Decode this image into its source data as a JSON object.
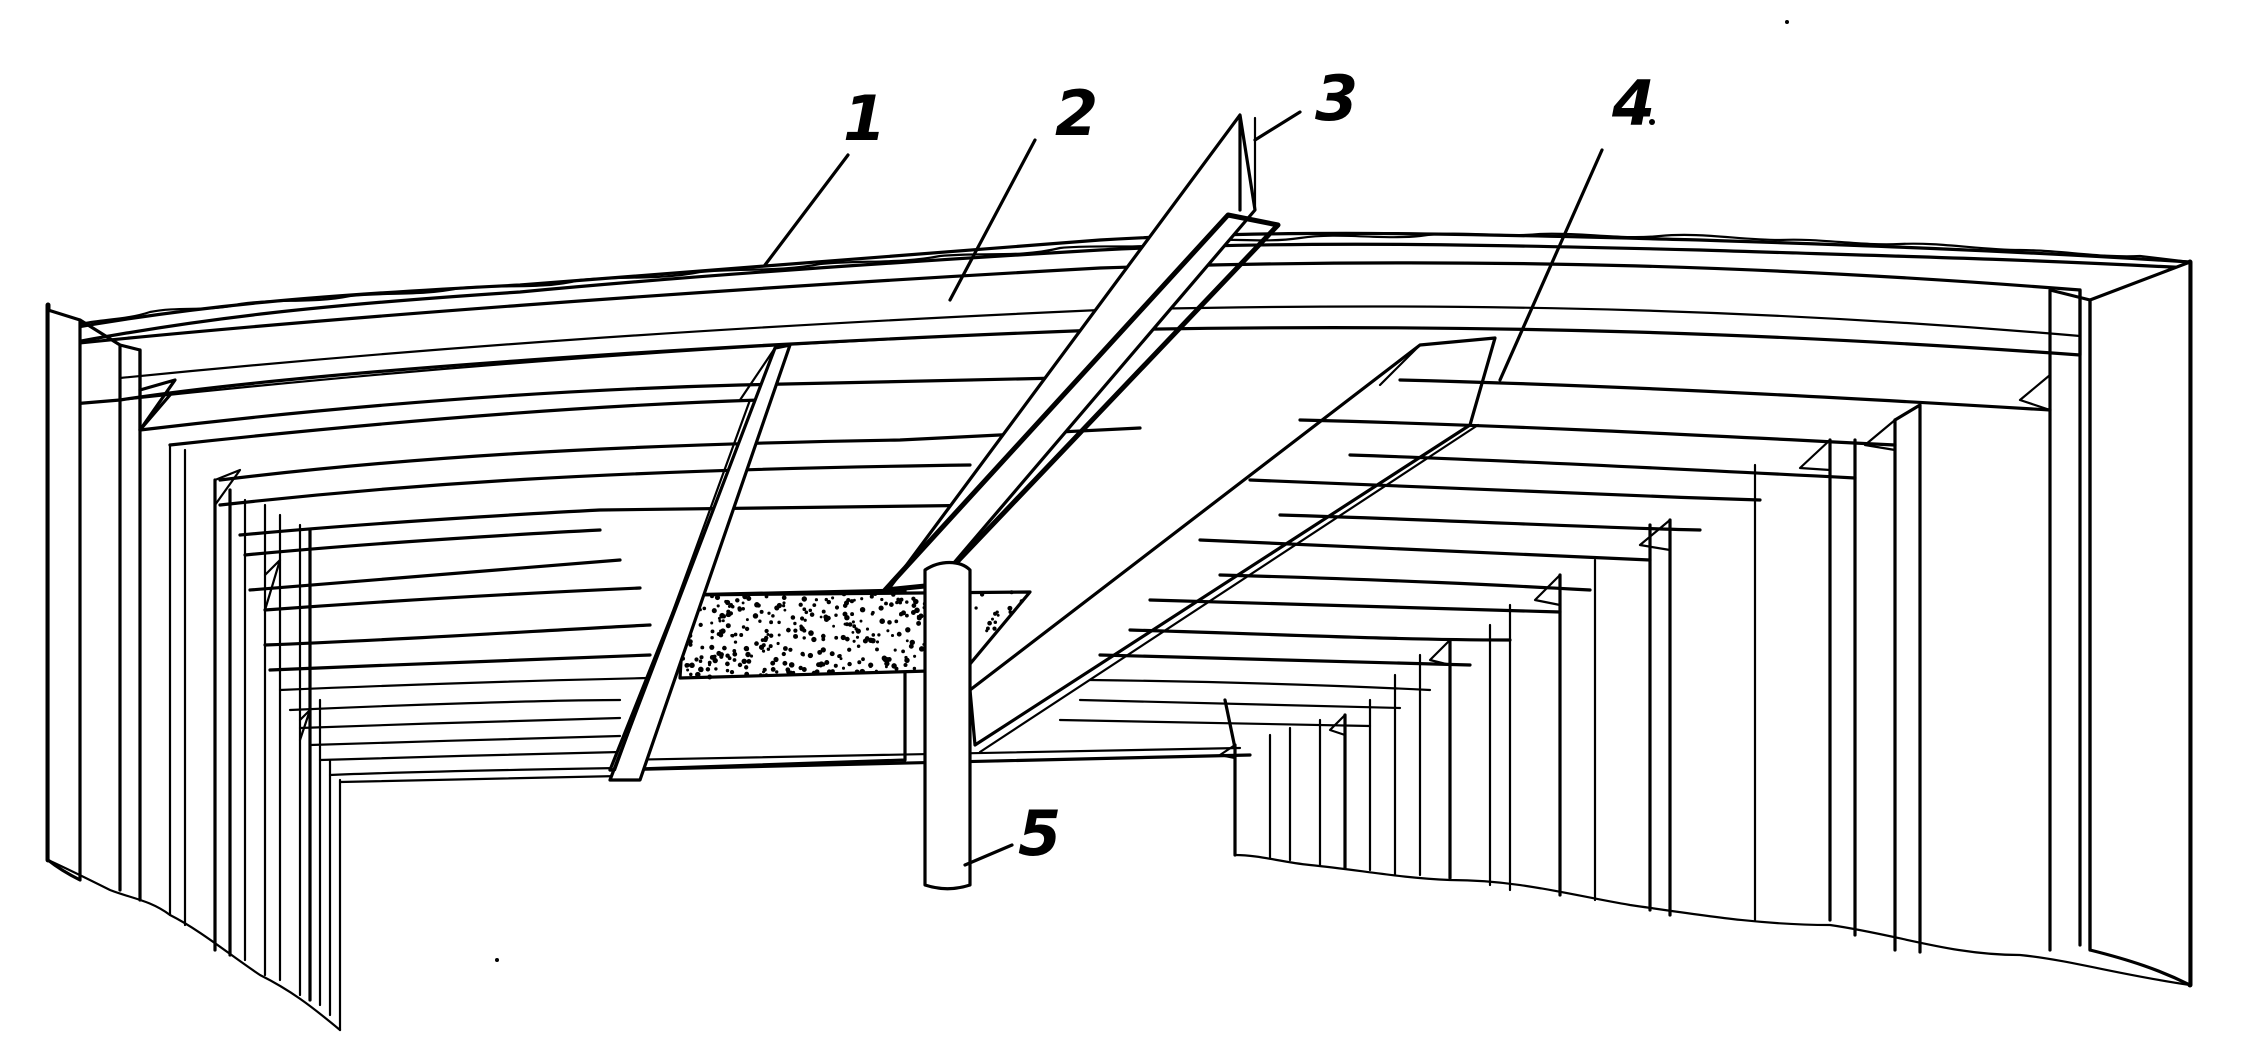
{
  "figure": {
    "callouts": [
      {
        "id": "c1",
        "text": "1"
      },
      {
        "id": "c2",
        "text": "2"
      },
      {
        "id": "c3",
        "text": "3"
      },
      {
        "id": "c4",
        "text": "4"
      },
      {
        "id": "c5",
        "text": "5"
      }
    ]
  },
  "colors": {
    "ink": "#000000",
    "paper": "#ffffff"
  }
}
